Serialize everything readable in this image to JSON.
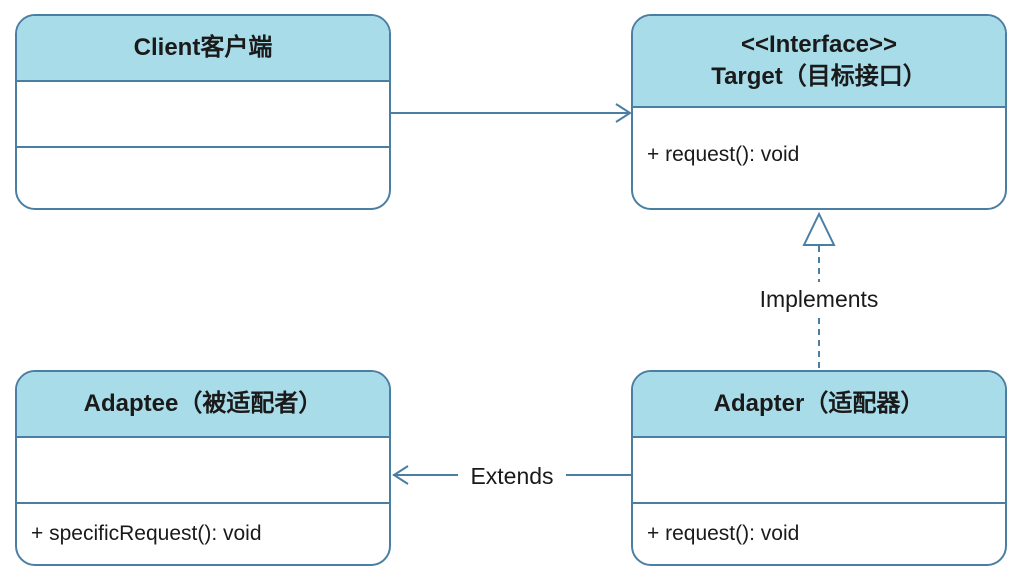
{
  "client": {
    "title": "Client客户端"
  },
  "target": {
    "stereotype": "<<Interface>>",
    "title": "Target（目标接口）",
    "method": "+ request(): void"
  },
  "adaptee": {
    "title": "Adaptee（被适配者）",
    "method": "+ specificRequest(): void"
  },
  "adapter": {
    "title": "Adapter（适配器）",
    "method": "+ request(): void"
  },
  "relations": {
    "implements_label": "Implements",
    "extends_label": "Extends"
  },
  "colors": {
    "header_fill": "#a8dce9",
    "border": "#4a7fa3",
    "text": "#1a1a1a"
  }
}
